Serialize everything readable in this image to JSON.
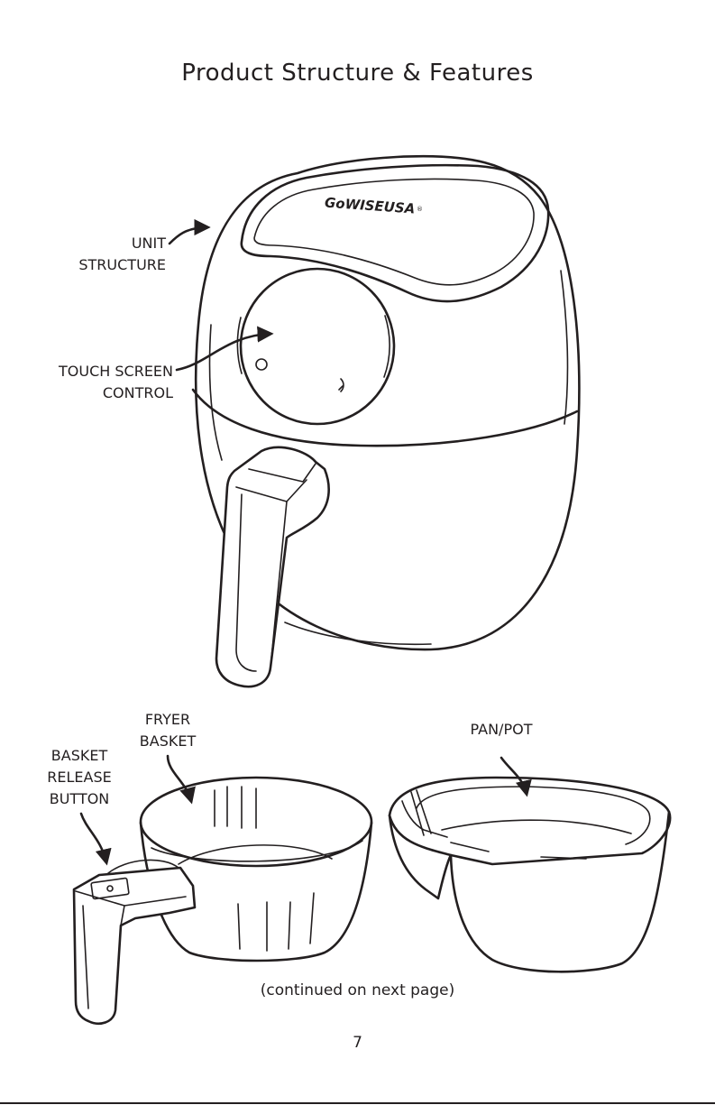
{
  "page": {
    "title": "Product Structure & Features",
    "continued": "(continued on next page)",
    "page_number": "7"
  },
  "labels": {
    "unit_structure": "UNIT\nSTRUCTURE",
    "touch_screen_control": "TOUCH SCREEN\nCONTROL",
    "fryer_basket": "FRYER\nBASKET",
    "basket_release_button": "BASKET\nRELEASE\nBUTTON",
    "pan_pot": "PAN/POT"
  },
  "logo": {
    "brand_text": "GoWISEUSA",
    "registered": "®"
  },
  "icons": {
    "power_button": "power-icon",
    "fan_indicator": "fan-icon",
    "release_button": "power-icon"
  },
  "colors": {
    "ink": "#231f20",
    "paper": "#ffffff"
  }
}
